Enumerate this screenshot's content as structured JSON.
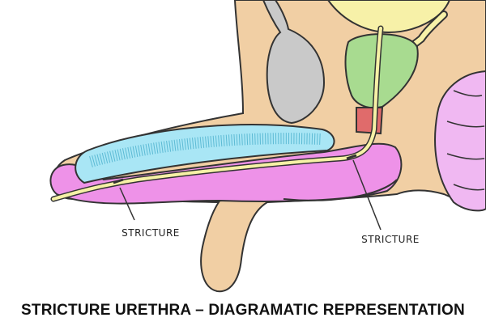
{
  "diagram": {
    "labels": {
      "left": "STRICTURE",
      "right": "STRICTURE"
    },
    "caption": "STRICTURE URETHRA – DIAGRAMATIC REPRESENTATION"
  },
  "colors": {
    "body": "#f1cfa4",
    "skin_outline": "#333333",
    "bone": "#c9c9c9",
    "bladder": "#f7f1a8",
    "prostate": "#a8db90",
    "sphincter": "#e06b6b",
    "rectum": "#f0b8f2",
    "corpus_cavernosum": "#a9e6f5",
    "corpus_spongiosum": "#ee92e8",
    "urethra": "#f6f1a6",
    "caption_text": "#111111"
  }
}
